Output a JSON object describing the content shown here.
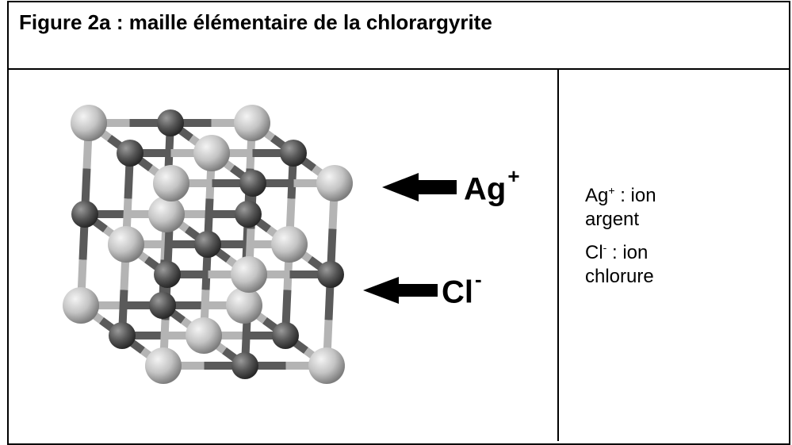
{
  "title": "Figure 2a : maille élémentaire de la chlorargyrite",
  "labels": {
    "ag": {
      "base": "Ag",
      "sup": "+"
    },
    "cl": {
      "base": "Cl",
      "sup": "-"
    }
  },
  "legend": [
    {
      "ion": "Ag",
      "sup": "+",
      "text": " : ion argent"
    },
    {
      "ion": "Cl",
      "sup": "-",
      "text": " : ion chlorure"
    }
  ],
  "colors": {
    "silver_ion": "#c8c8c8",
    "chloride_ion": "#545454",
    "bond_light": "#b4b4b4",
    "bond_dark": "#5a5a5a",
    "border": "#000000"
  }
}
